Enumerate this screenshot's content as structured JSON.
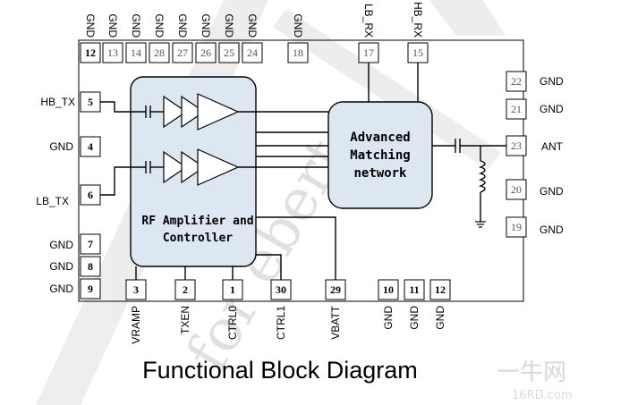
{
  "diagram": {
    "title": "Functional Block Diagram",
    "watermark_text": "for ebert",
    "corner_logo": "一牛网",
    "corner_logo_sub": "16RD.com"
  },
  "blocks": {
    "amplifier_line1": "RF Amplifier and",
    "amplifier_line2": "Controller",
    "matching_line1": "Advanced",
    "matching_line2": "Matching",
    "matching_line3": "network"
  },
  "top_pins": [
    {
      "num": "12",
      "label": "GND"
    },
    {
      "num": "13",
      "label": "GND"
    },
    {
      "num": "14",
      "label": "GND"
    },
    {
      "num": "28",
      "label": "GND"
    },
    {
      "num": "27",
      "label": "GND"
    },
    {
      "num": "26",
      "label": "GND"
    },
    {
      "num": "25",
      "label": "GND"
    },
    {
      "num": "24",
      "label": "GND"
    },
    {
      "num": "18",
      "label": "GND"
    },
    {
      "num": "17",
      "label": "LB_RX"
    },
    {
      "num": "15",
      "label": "HB_RX"
    }
  ],
  "left_pins": [
    {
      "num": "5",
      "label": "HB_TX"
    },
    {
      "num": "4",
      "label": "GND"
    },
    {
      "num": "6",
      "label": "LB_TX"
    },
    {
      "num": "7",
      "label": "GND"
    },
    {
      "num": "8",
      "label": "GND"
    },
    {
      "num": "9",
      "label": "GND"
    }
  ],
  "right_pins": [
    {
      "num": "22",
      "label": "GND"
    },
    {
      "num": "21",
      "label": "GND"
    },
    {
      "num": "23",
      "label": "ANT"
    },
    {
      "num": "20",
      "label": "GND"
    },
    {
      "num": "19",
      "label": "GND"
    }
  ],
  "bottom_pins": [
    {
      "num": "3",
      "label": "VRAMP"
    },
    {
      "num": "2",
      "label": "TXEN"
    },
    {
      "num": "1",
      "label": "CTRL0"
    },
    {
      "num": "30",
      "label": "CTRL1"
    },
    {
      "num": "29",
      "label": "VBATT"
    },
    {
      "num": "10",
      "label": "GND"
    },
    {
      "num": "11",
      "label": "GND"
    },
    {
      "num": "12",
      "label": "GND"
    }
  ]
}
